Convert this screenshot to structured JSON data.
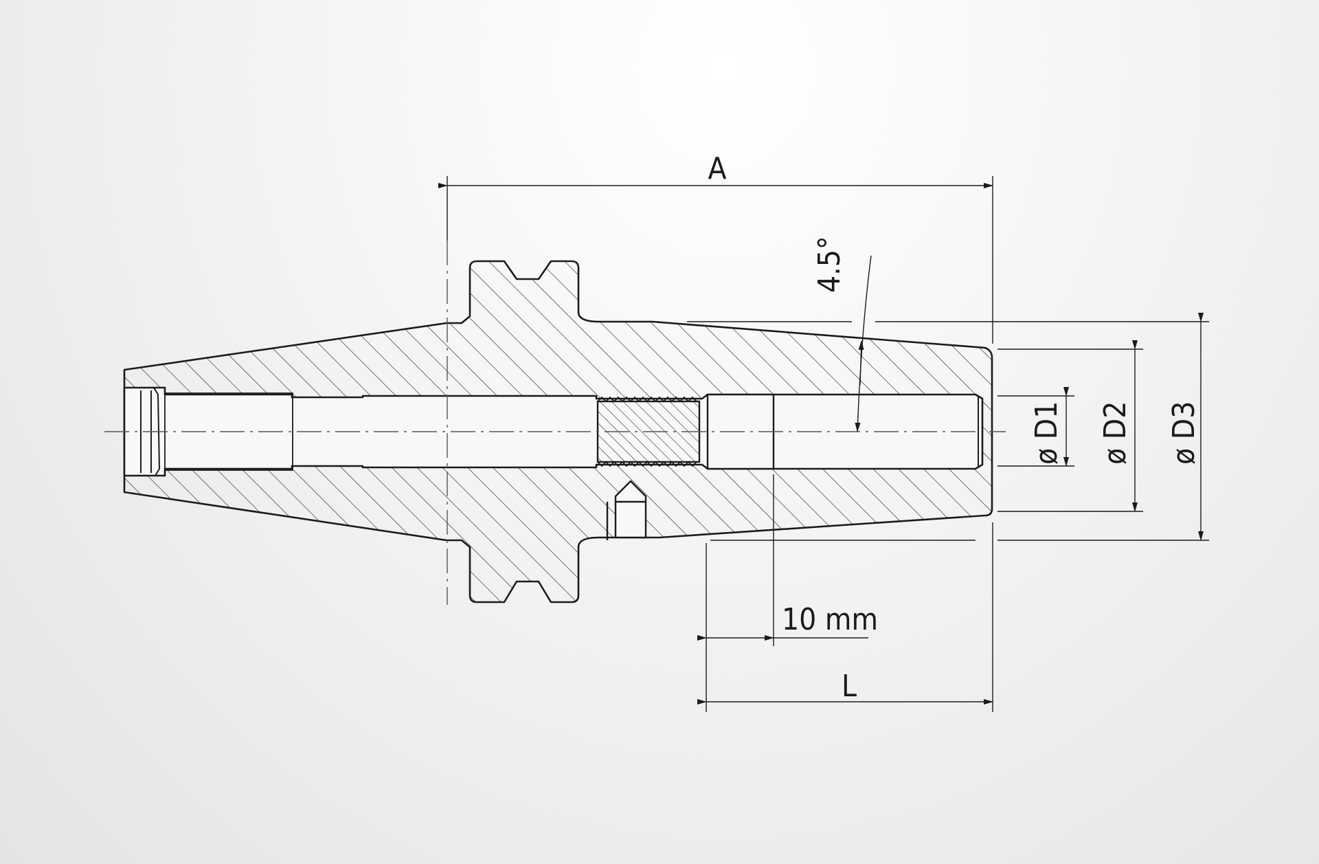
{
  "dimensions": {
    "overall_length": "A",
    "taper_angle": "4.5°",
    "clamping_length": "L",
    "offset": "10 mm",
    "bore_diameter": "ø D1",
    "inner_diameter": "ø D2",
    "outer_diameter": "ø D3"
  }
}
